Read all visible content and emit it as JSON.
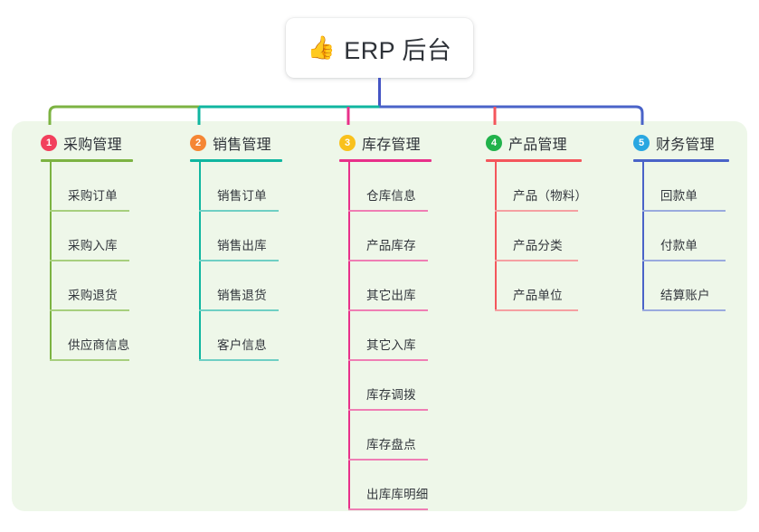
{
  "diagram": {
    "type": "mind-map",
    "title": "ERP 后台",
    "root": {
      "label": "ERP 后台",
      "emoji": "👍",
      "emoji_name": "thumbs-up-emoji"
    },
    "panel_color": "#eef7e9",
    "trunk": {
      "segments": [
        {
          "name": "trunk-green",
          "color": "#7cb342"
        },
        {
          "name": "trunk-teal",
          "color": "#10b6a0"
        },
        {
          "name": "trunk-blue",
          "color": "#4555c4"
        }
      ],
      "root_stem_color": "#4555c4"
    },
    "branches": [
      {
        "number": "1",
        "title": "采购管理",
        "badge_color": "#f2405d",
        "rule_color": "#7cb342",
        "leaf_color": "#a7cf7e",
        "stem_color": "#7cb342",
        "items": [
          "采购订单",
          "采购入库",
          "采购退货",
          "供应商信息"
        ]
      },
      {
        "number": "2",
        "title": "销售管理",
        "badge_color": "#f58634",
        "rule_color": "#10b6a0",
        "leaf_color": "#6fcfc4",
        "stem_color": "#10b6a0",
        "items": [
          "销售订单",
          "销售出库",
          "销售退货",
          "客户信息"
        ]
      },
      {
        "number": "3",
        "title": "库存管理",
        "badge_color": "#f9c11c",
        "rule_color": "#e8308a",
        "leaf_color": "#ef7eb4",
        "stem_color": "#e8308a",
        "items": [
          "仓库信息",
          "产品库存",
          "其它出库",
          "其它入库",
          "库存调拨",
          "库存盘点",
          "出库库明细"
        ]
      },
      {
        "number": "4",
        "title": "产品管理",
        "badge_color": "#21b24b",
        "rule_color": "#f4565c",
        "leaf_color": "#f5a0a2",
        "stem_color": "#f4565c",
        "items": [
          "产品（物料）",
          "产品分类",
          "产品单位"
        ]
      },
      {
        "number": "5",
        "title": "财务管理",
        "badge_color": "#29a7e1",
        "rule_color": "#4a63c8",
        "leaf_color": "#9aaade",
        "stem_color": "#4a63c8",
        "items": [
          "回款单",
          "付款单",
          "结算账户"
        ]
      }
    ]
  }
}
